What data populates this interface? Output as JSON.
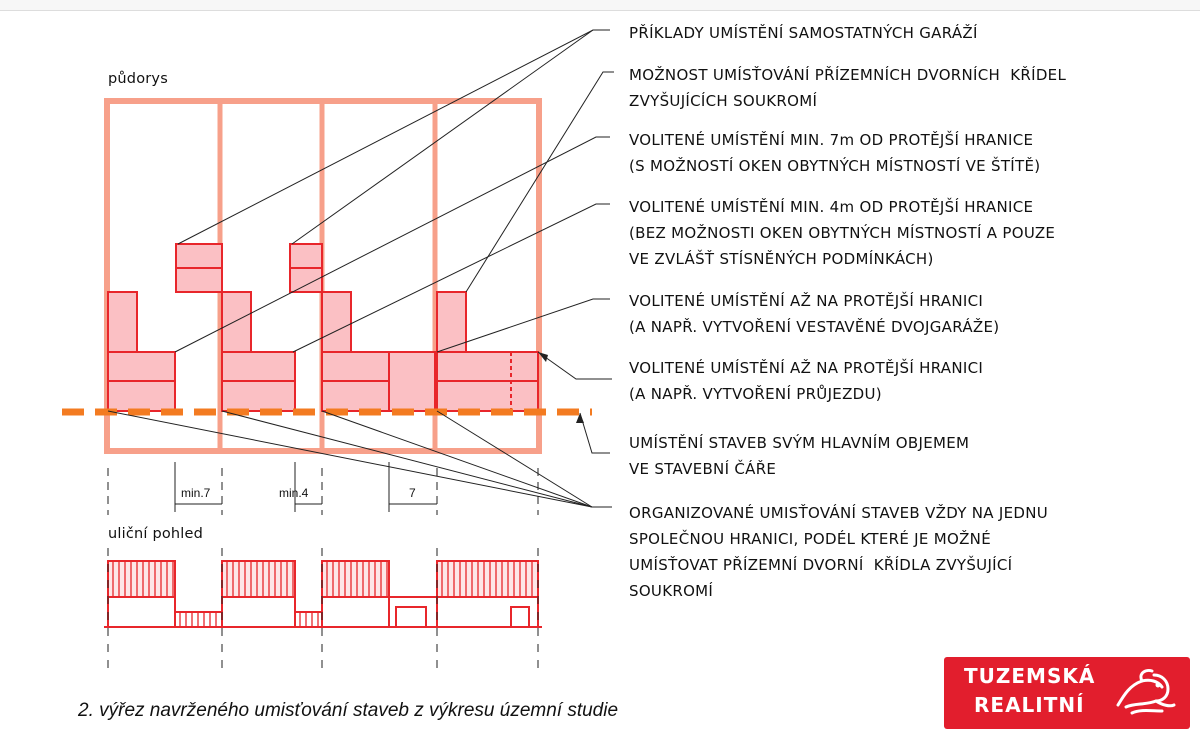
{
  "labels": {
    "plan": "půdorys",
    "street_view": "uliční pohled"
  },
  "annotations": [
    [
      "PŘÍKLADY UMÍSTĚNÍ SAMOSTATNÝCH GARÁŽÍ"
    ],
    [
      "MOŽNOST UMÍSŤOVÁNÍ PŘÍZEMNÍCH DVORNÍCH  KŘÍDEL",
      "ZVYŠUJÍCÍCH SOUKROMÍ"
    ],
    [
      "VOLITENÉ UMÍSTĚNÍ MIN. 7m OD PROTĚJŠÍ HRANICE",
      "(S MOŽNOSTÍ OKEN OBYTNÝCH MÍSTNOSTÍ VE ŠTÍTĚ)"
    ],
    [
      "VOLITENÉ UMÍSTĚNÍ MIN. 4m OD PROTĚJŠÍ HRANICE",
      "(BEZ MOŽNOSTI OKEN OBYTNÝCH MÍSTNOSTÍ A POUZE",
      "VE ZVLÁŠŤ STÍSNĚNÝCH PODMÍNKÁCH)"
    ],
    [
      "VOLITENÉ UMÍSTĚNÍ AŽ NA PROTĚJŠÍ HRANICI",
      "(A NAPŘ. VYTVOŘENÍ VESTAVĚNÉ DVOJGARÁŽE)"
    ],
    [
      "VOLITENÉ UMÍSTĚNÍ AŽ NA PROTĚJŠÍ HRANICI",
      "(A NAPŘ. VYTVOŘENÍ PRŮJEZDU)"
    ],
    [
      "UMÍSTĚNÍ STAVEB SVÝM HLAVNÍM OBJEMEM",
      "VE STAVEBNÍ ČÁŘE"
    ],
    [
      "ORGANIZOVANÉ UMISŤOVÁNÍ STAVEB VŽDY NA JEDNU",
      "SPOLEČNOU HRANICI, PODÉL KTERÉ JE MOŽNÉ",
      "UMÍSŤOVAT PŘÍZEMNÍ DVORNÍ  KŘÍDLA ZVYŠUJÍCÍ",
      "SOUKROMÍ"
    ]
  ],
  "dimensions": {
    "d1": "min.7",
    "d2": "min.4",
    "d3": "7"
  },
  "caption": "2. výřez navrženého umisťování staveb z výkresu územní studie",
  "logo": {
    "line1": "TUZEMSKÁ",
    "line2": "REALITNÍ"
  },
  "colors": {
    "plot_outline": "#f7a08a",
    "building_fill": "#fbc0c4",
    "building_stroke": "#e8262b",
    "building_line_dash": "#f37b21",
    "logo_bg": "#e21e2d"
  }
}
